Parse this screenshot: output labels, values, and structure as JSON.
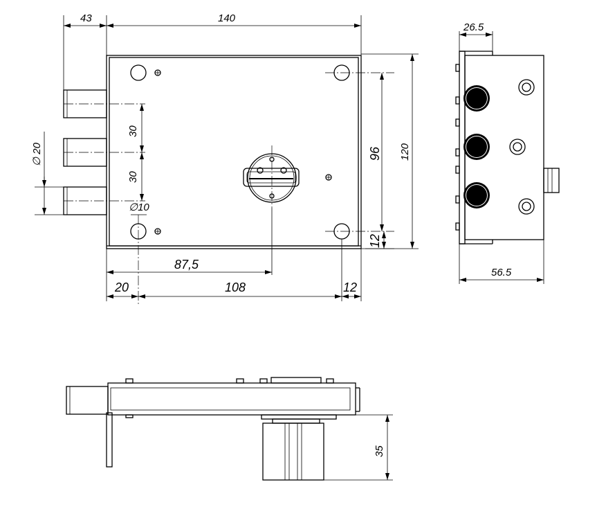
{
  "dimensions": {
    "d43": "43",
    "d140": "140",
    "d26_5": "26.5",
    "d30a": "30",
    "d30b": "30",
    "dia20": "∅ 20",
    "dia10": "∅10",
    "d96": "96",
    "d120": "120",
    "d12v": "12",
    "d87_5": "87,5",
    "d20": "20",
    "d108": "108",
    "d12h": "12",
    "d56_5": "56.5",
    "d35": "35"
  }
}
